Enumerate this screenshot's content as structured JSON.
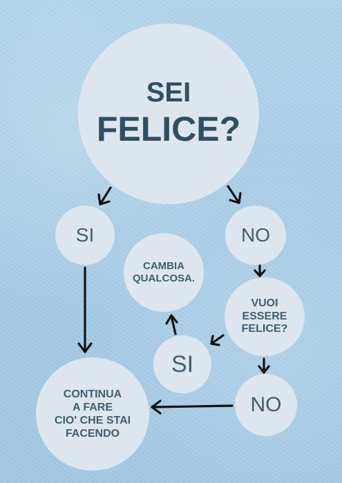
{
  "nodes": {
    "question": {
      "line1": "SEI",
      "line2": "FELICE?"
    },
    "yes_first": "SI",
    "no_first": "NO",
    "change": {
      "line1": "CAMBIA",
      "line2": "QUALCOSA."
    },
    "want_happy": {
      "line1": "VUOI",
      "line2": "ESSERE",
      "line3": "FELICE?"
    },
    "yes_second": "SI",
    "no_second": "NO",
    "continue": {
      "line1": "CONTINUA",
      "line2": "A FARE",
      "line3": "CIO' CHE STAI",
      "line4": "FACENDO"
    }
  },
  "colors": {
    "background": "#a9cde6",
    "node_fill": "#dde6ee",
    "text": "#3d5f72",
    "arrow": "#111111"
  }
}
